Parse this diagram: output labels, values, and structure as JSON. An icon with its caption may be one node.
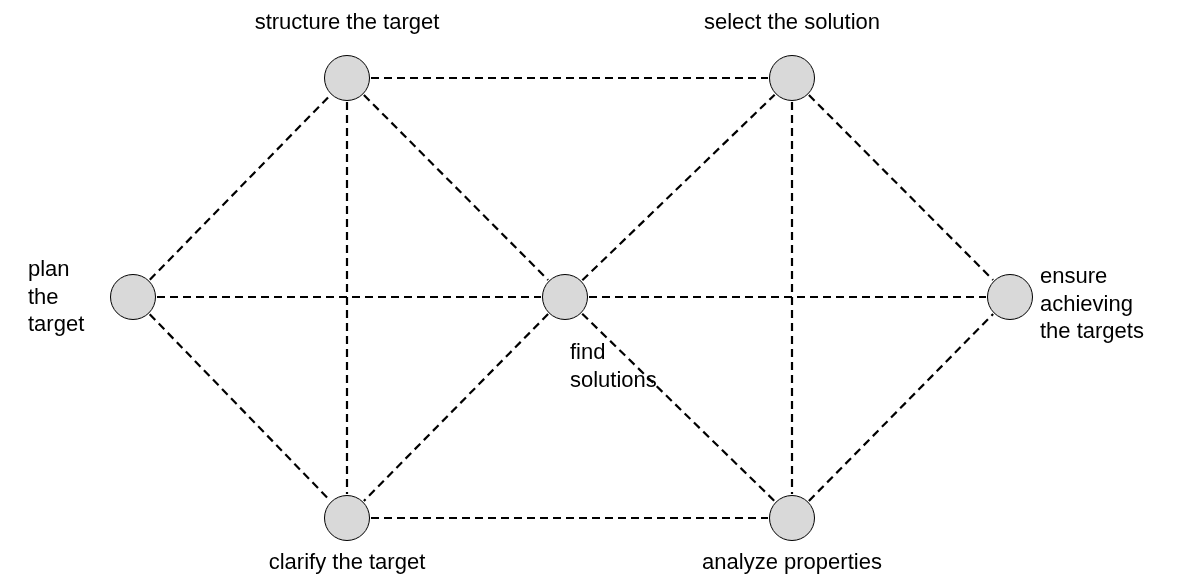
{
  "diagram": {
    "nodes": [
      {
        "text": [
          "structure the target"
        ]
      },
      {
        "text": [
          "select the solution"
        ]
      },
      {
        "text": [
          "plan the target"
        ]
      },
      {
        "text": [
          "find solutions"
        ]
      },
      {
        "text": [
          "ensure achieving the targets"
        ]
      },
      {
        "text": [
          "clarify the target"
        ]
      },
      {
        "text": [
          "analyze properties"
        ]
      }
    ],
    "edges": [
      {
        "from": 0,
        "to": 1,
        "arrow": "none",
        "style": "dashed"
      },
      {
        "from": 2,
        "to": 0,
        "arrow": "none",
        "style": "dashed"
      },
      {
        "from": 2,
        "to": 3,
        "arrow": "none",
        "style": "dashed"
      },
      {
        "from": 2,
        "to": 5,
        "arrow": "none",
        "style": "dashed"
      },
      {
        "from": 0,
        "to": 5,
        "arrow": "none",
        "style": "dashed"
      },
      {
        "from": 0,
        "to": 3,
        "arrow": "none",
        "style": "dashed"
      },
      {
        "from": 3,
        "to": 1,
        "arrow": "none",
        "style": "dashed"
      },
      {
        "from": 1,
        "to": 6,
        "arrow": "none",
        "style": "dashed"
      },
      {
        "from": 1,
        "to": 4,
        "arrow": "none",
        "style": "dashed"
      },
      {
        "from": 3,
        "to": 4,
        "arrow": "none",
        "style": "dashed"
      },
      {
        "from": 3,
        "to": 5,
        "arrow": "none",
        "style": "dashed"
      },
      {
        "from": 3,
        "to": 6,
        "arrow": "none",
        "style": "dashed"
      },
      {
        "from": 5,
        "to": 6,
        "arrow": "none",
        "style": "dashed"
      },
      {
        "from": 6,
        "to": 4,
        "arrow": "none",
        "style": "dashed"
      }
    ]
  }
}
